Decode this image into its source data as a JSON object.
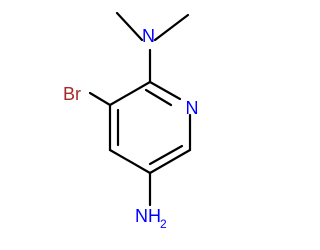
{
  "colors": {
    "bond": "#000000",
    "nitrogen": "#0000ff",
    "bromine": "#a52a2a",
    "background": "#ffffff"
  },
  "atoms": {
    "amine_n": {
      "label": "N",
      "element": "nitrogen"
    },
    "ring_n": {
      "label": "N",
      "element": "nitrogen"
    },
    "bromine": {
      "label": "Br",
      "element": "bromine"
    },
    "amino_nh2": {
      "label": "NH",
      "subscript": "2",
      "element": "nitrogen"
    }
  }
}
